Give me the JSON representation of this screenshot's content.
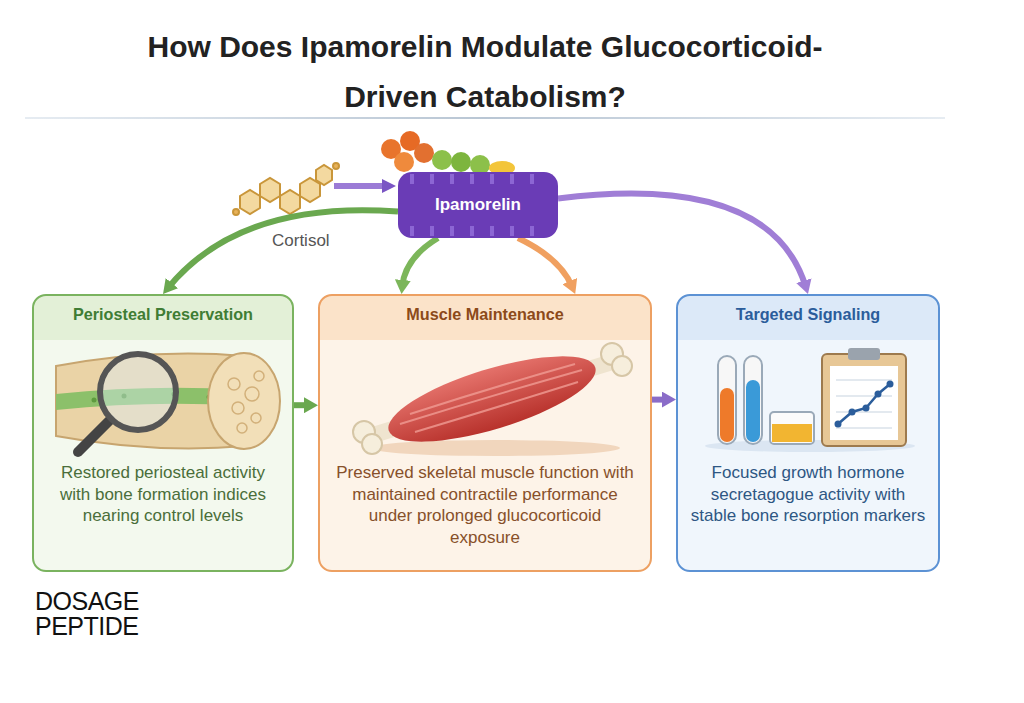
{
  "diagram": {
    "title": "How Does Ipamorelin Modulate Glucocorticoid-Driven Catabolism?",
    "nodes": [
      {
        "text": [
          "Ipamorelin"
        ]
      },
      {
        "text": [
          "Periosteal Preservation",
          "Restored periosteal activity with bone formation indices nearing control levels"
        ]
      },
      {
        "text": [
          "Muscle Maintenance",
          "Preserved skeletal muscle function with maintained contractile performance under prolonged glucocorticoid exposure"
        ]
      },
      {
        "text": [
          "Targeted Signaling",
          "Focused growth hormone secretagogue activity with stable bone resorption markers"
        ]
      }
    ],
    "edges": [
      {
        "from": 0,
        "to": 1,
        "arrow": "to"
      },
      {
        "from": 0,
        "to": 2,
        "arrow": "to"
      },
      {
        "from": 0,
        "to": 2,
        "arrow": "to"
      },
      {
        "from": 0,
        "to": 3,
        "arrow": "to"
      },
      {
        "from": 1,
        "to": 2,
        "arrow": "to"
      },
      {
        "from": 2,
        "to": 3,
        "arrow": "to"
      }
    ],
    "labels": [
      "Cortisol",
      "DOSAGE",
      "PEPTIDE"
    ]
  }
}
